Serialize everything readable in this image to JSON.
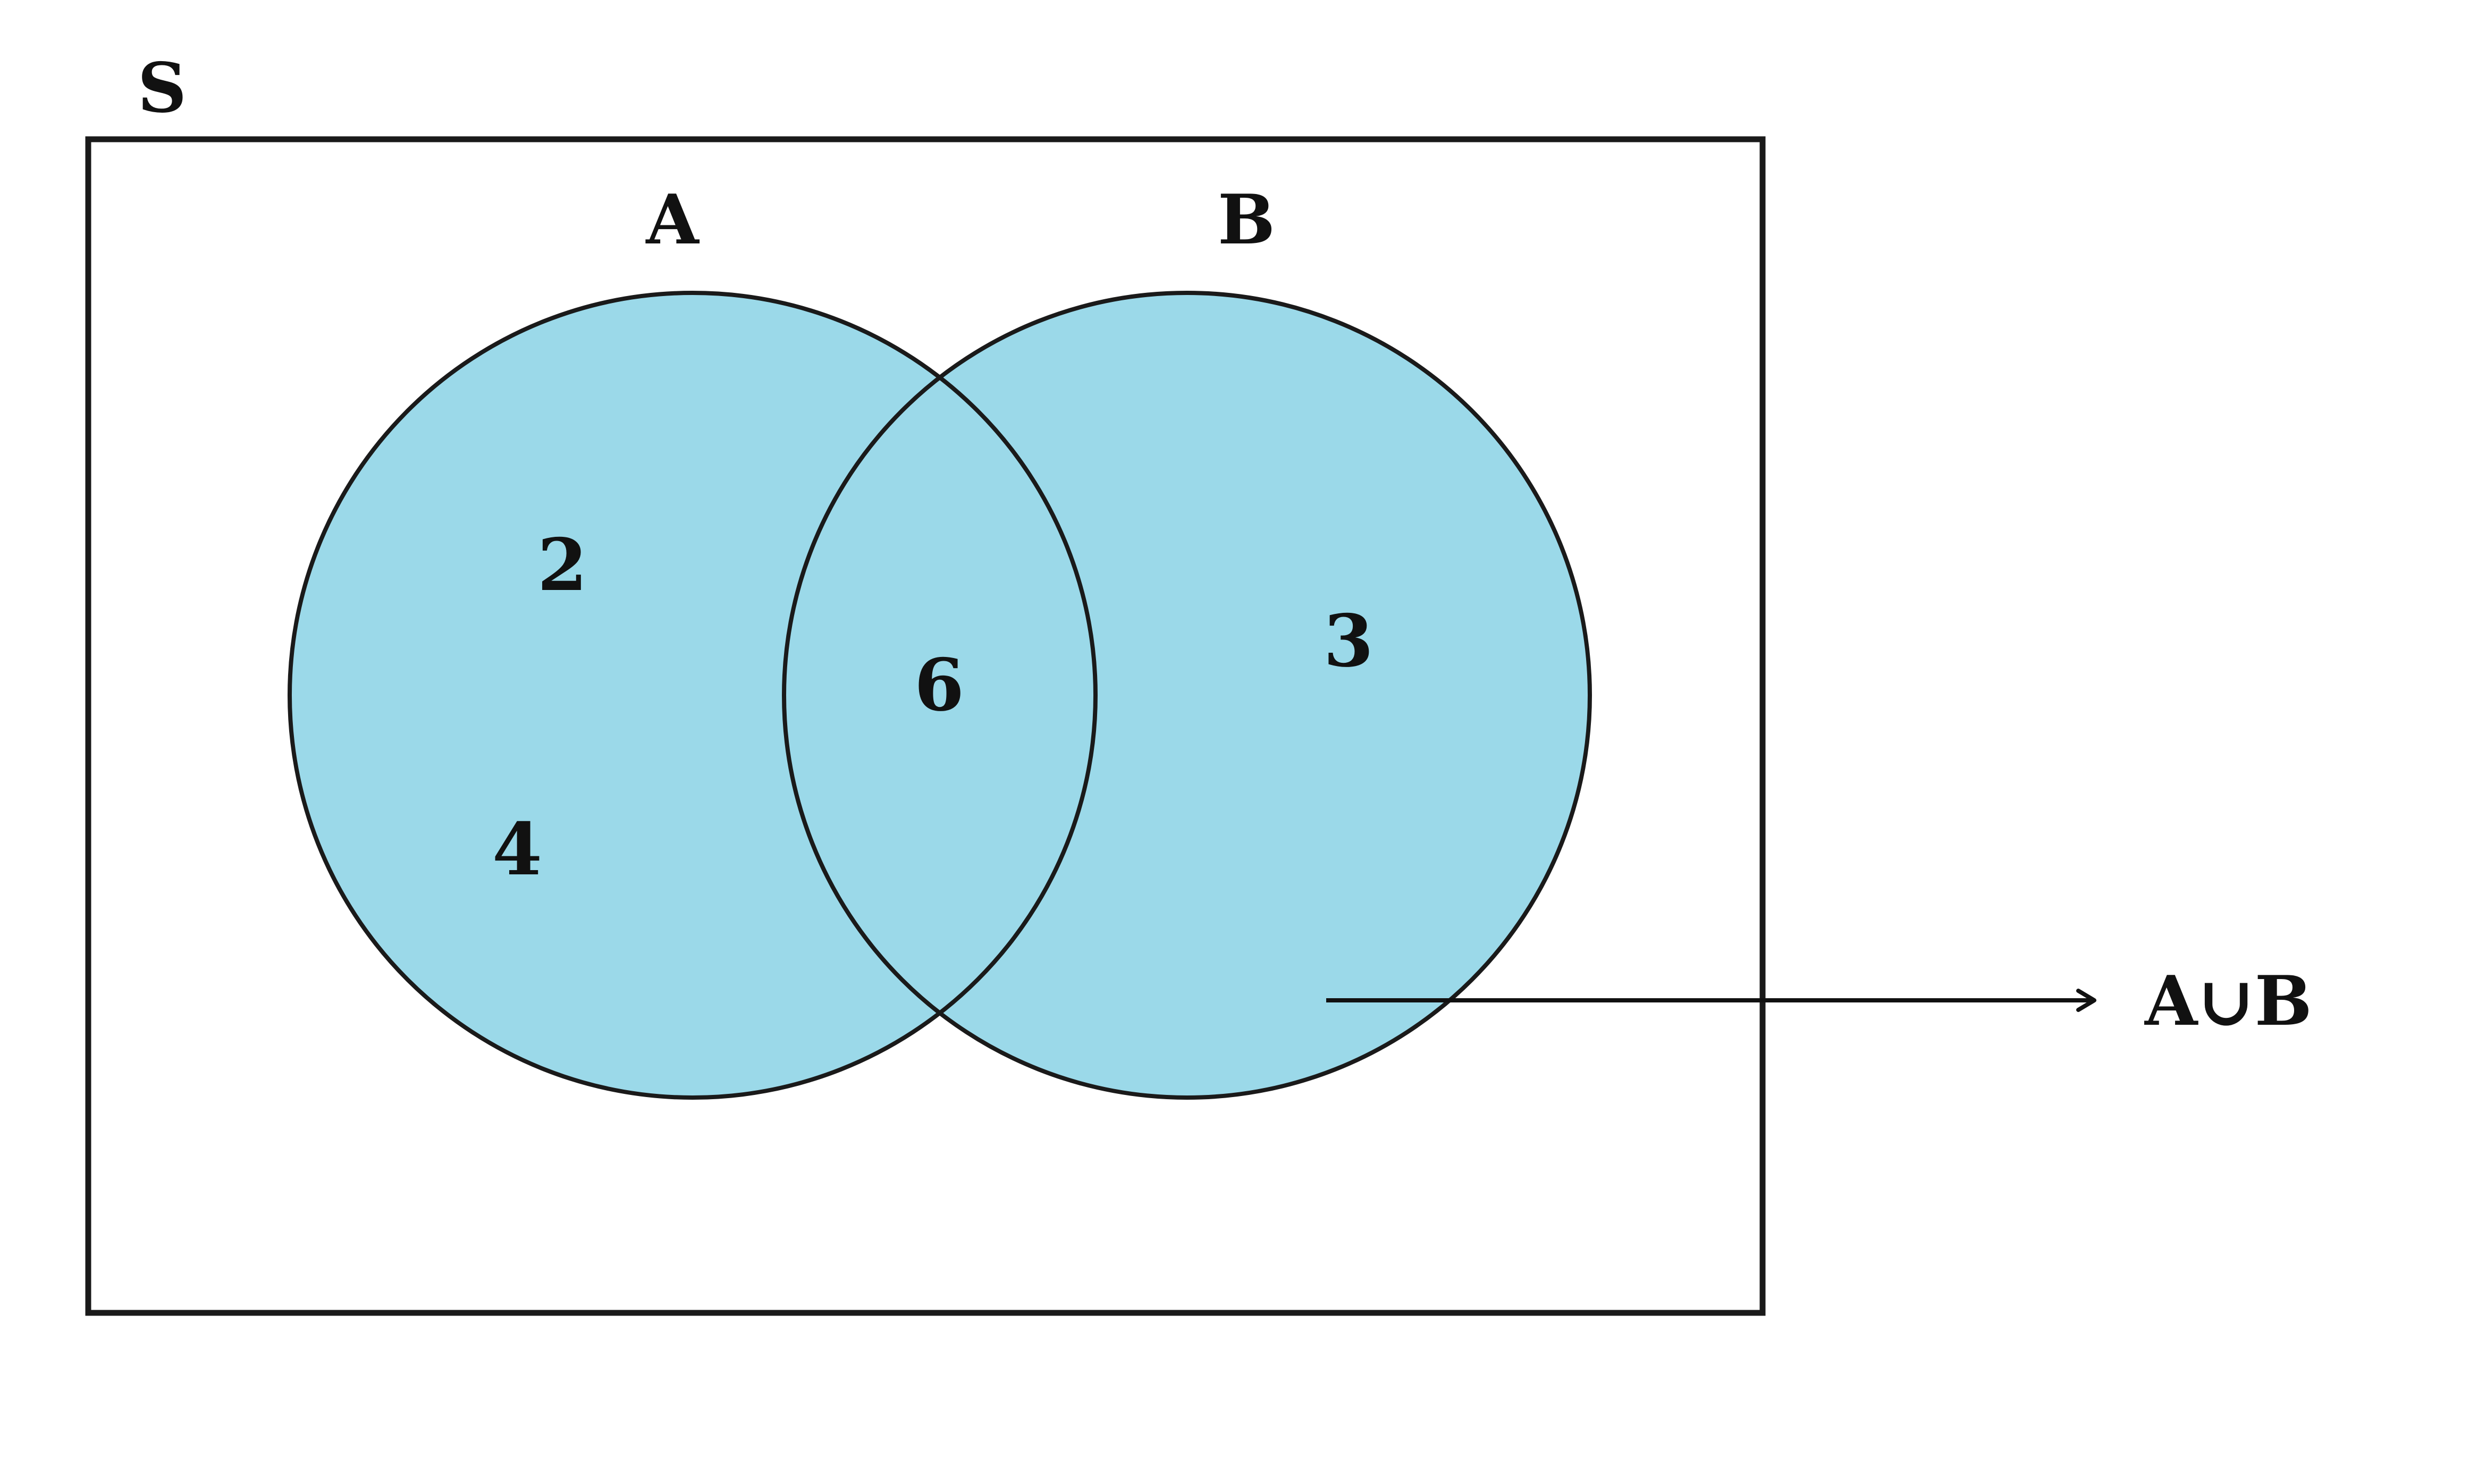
{
  "labels": {
    "universe": "S",
    "set_a": "A",
    "set_b": "B",
    "union": "A∪B"
  },
  "elements": {
    "a_only_1": "2",
    "a_only_2": "4",
    "intersection": "6",
    "b_only": "3"
  },
  "colors": {
    "set_fill": "#9bd9e9",
    "stroke": "#1a1a1a",
    "text": "#111111",
    "background": "#ffffff"
  }
}
